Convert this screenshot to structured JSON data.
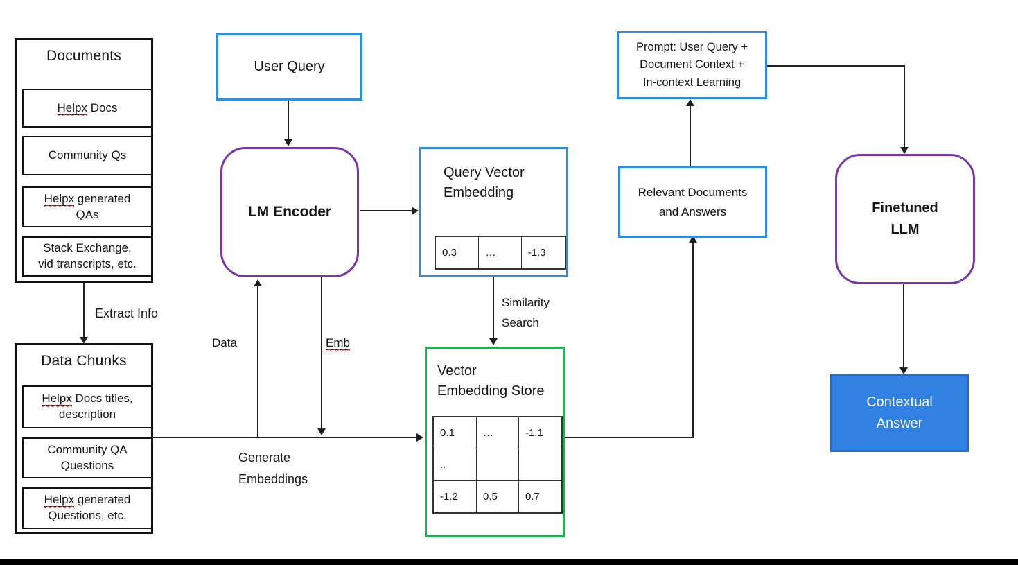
{
  "colors": {
    "blue": "#2D8CE3",
    "purple": "#7A35A8",
    "green": "#1FAF4F",
    "answer_fill": "#3181E2",
    "answer_border": "#2A6BC8",
    "answer_text": "#F2F6FF",
    "line": "#1F1F1F",
    "misspell": "#D24A43"
  },
  "documents": {
    "title": "Documents",
    "items": [
      {
        "mis": "Helpx",
        "rest": " Docs",
        "line2": ""
      },
      {
        "mis": "",
        "rest": "Community Qs",
        "line2": ""
      },
      {
        "mis": "Helpx",
        "rest": " generated",
        "line2": "QAs"
      },
      {
        "mis": "",
        "rest": "Stack Exchange,",
        "line2": "vid transcripts, etc."
      }
    ]
  },
  "data_chunks": {
    "title": "Data Chunks",
    "items": [
      {
        "mis": "Helpx",
        "rest": " Docs titles,",
        "line2": "description"
      },
      {
        "mis": "",
        "rest": "Community QA",
        "line2": "Questions"
      },
      {
        "mis": "Helpx",
        "rest": " generated",
        "line2": "Questions, etc."
      }
    ]
  },
  "user_query": {
    "label": "User Query"
  },
  "lm_encoder": {
    "label": "LM Encoder"
  },
  "query_embedding": {
    "lines": [
      "Query Vector",
      "Embedding"
    ],
    "cells": [
      "0.3",
      "…",
      "-1.3"
    ]
  },
  "store": {
    "lines": [
      "Vector",
      "Embedding Store"
    ],
    "rows": [
      [
        "0.1",
        "…",
        "-1.1"
      ],
      [
        "..",
        "",
        ""
      ],
      [
        "-1.2",
        "0.5",
        "0.7"
      ]
    ]
  },
  "prompt": {
    "lines": [
      "Prompt: User Query +",
      "Document Context +",
      "In-context Learning"
    ]
  },
  "relevant_docs": {
    "lines": [
      "Relevant Documents",
      "and Answers"
    ]
  },
  "finetuned_llm": {
    "lines": [
      "Finetuned",
      "LLM"
    ]
  },
  "contextual_answer": {
    "lines": [
      "Contextual",
      "Answer"
    ]
  },
  "labels": {
    "extract_info": "Extract Info",
    "data": "Data",
    "emb": "Emb",
    "generate_embeddings": "Generate Embeddings",
    "similarity_search": "Similarity Search"
  }
}
